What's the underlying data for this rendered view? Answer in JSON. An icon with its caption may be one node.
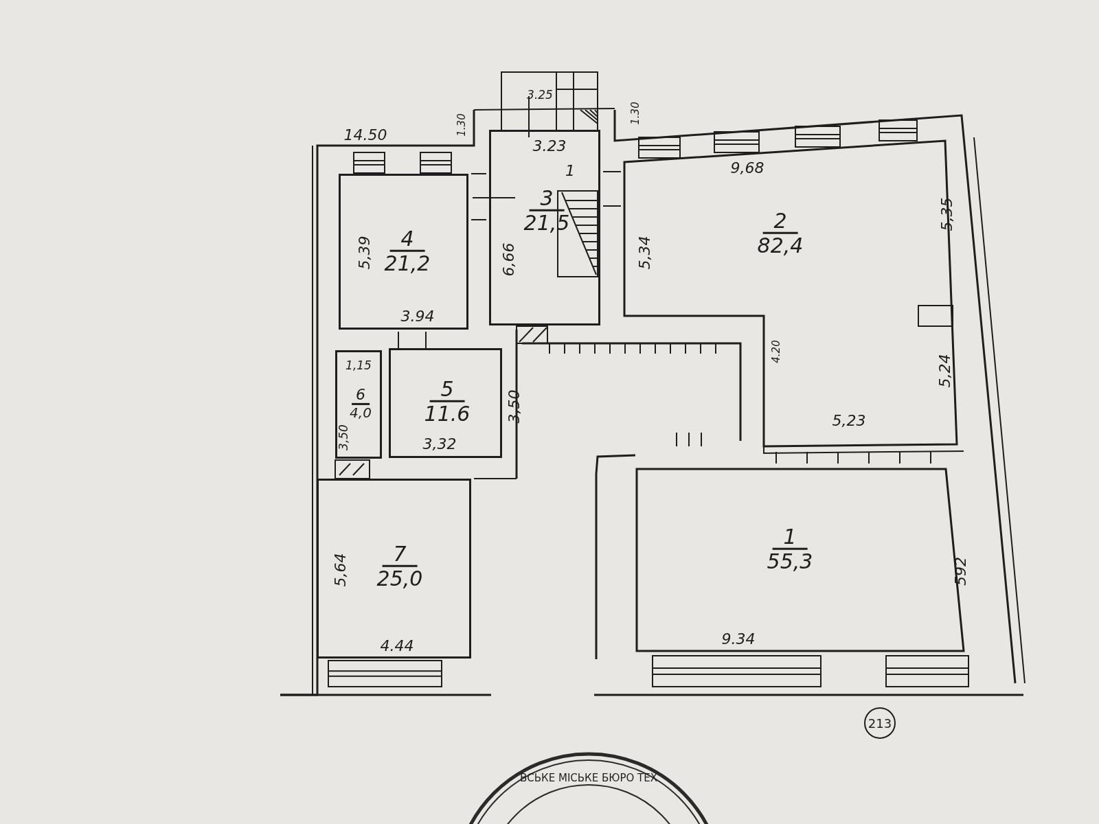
{
  "diagram": {
    "nodes": [
      {
        "text": [
          "3",
          "21,5"
        ]
      },
      {
        "text": [
          "2",
          "82,4"
        ]
      },
      {
        "text": [
          "4",
          "21,2"
        ]
      },
      {
        "text": [
          "6",
          "4,0"
        ]
      },
      {
        "text": [
          "5",
          "11.6"
        ]
      },
      {
        "text": [
          "7",
          "25,0"
        ]
      },
      {
        "text": [
          "1",
          "55,3"
        ]
      },
      {
        "text": [
          "213"
        ]
      },
      {
        "text": [
          "ВСЬКЕ МІСЬКЕ БЮРО ТЕХ"
        ]
      }
    ],
    "labels": [
      "3.25",
      "1.30",
      "1.30",
      "14.50",
      "3.23",
      "9,68",
      "1",
      "5,35",
      "5,39",
      "5,34",
      "6,66",
      "3.94",
      "4.20",
      "1,15",
      "5,24",
      "3,50",
      "5,23",
      "3,50",
      "3,32",
      "5,64",
      "592",
      "9.34",
      "4.44"
    ]
  }
}
